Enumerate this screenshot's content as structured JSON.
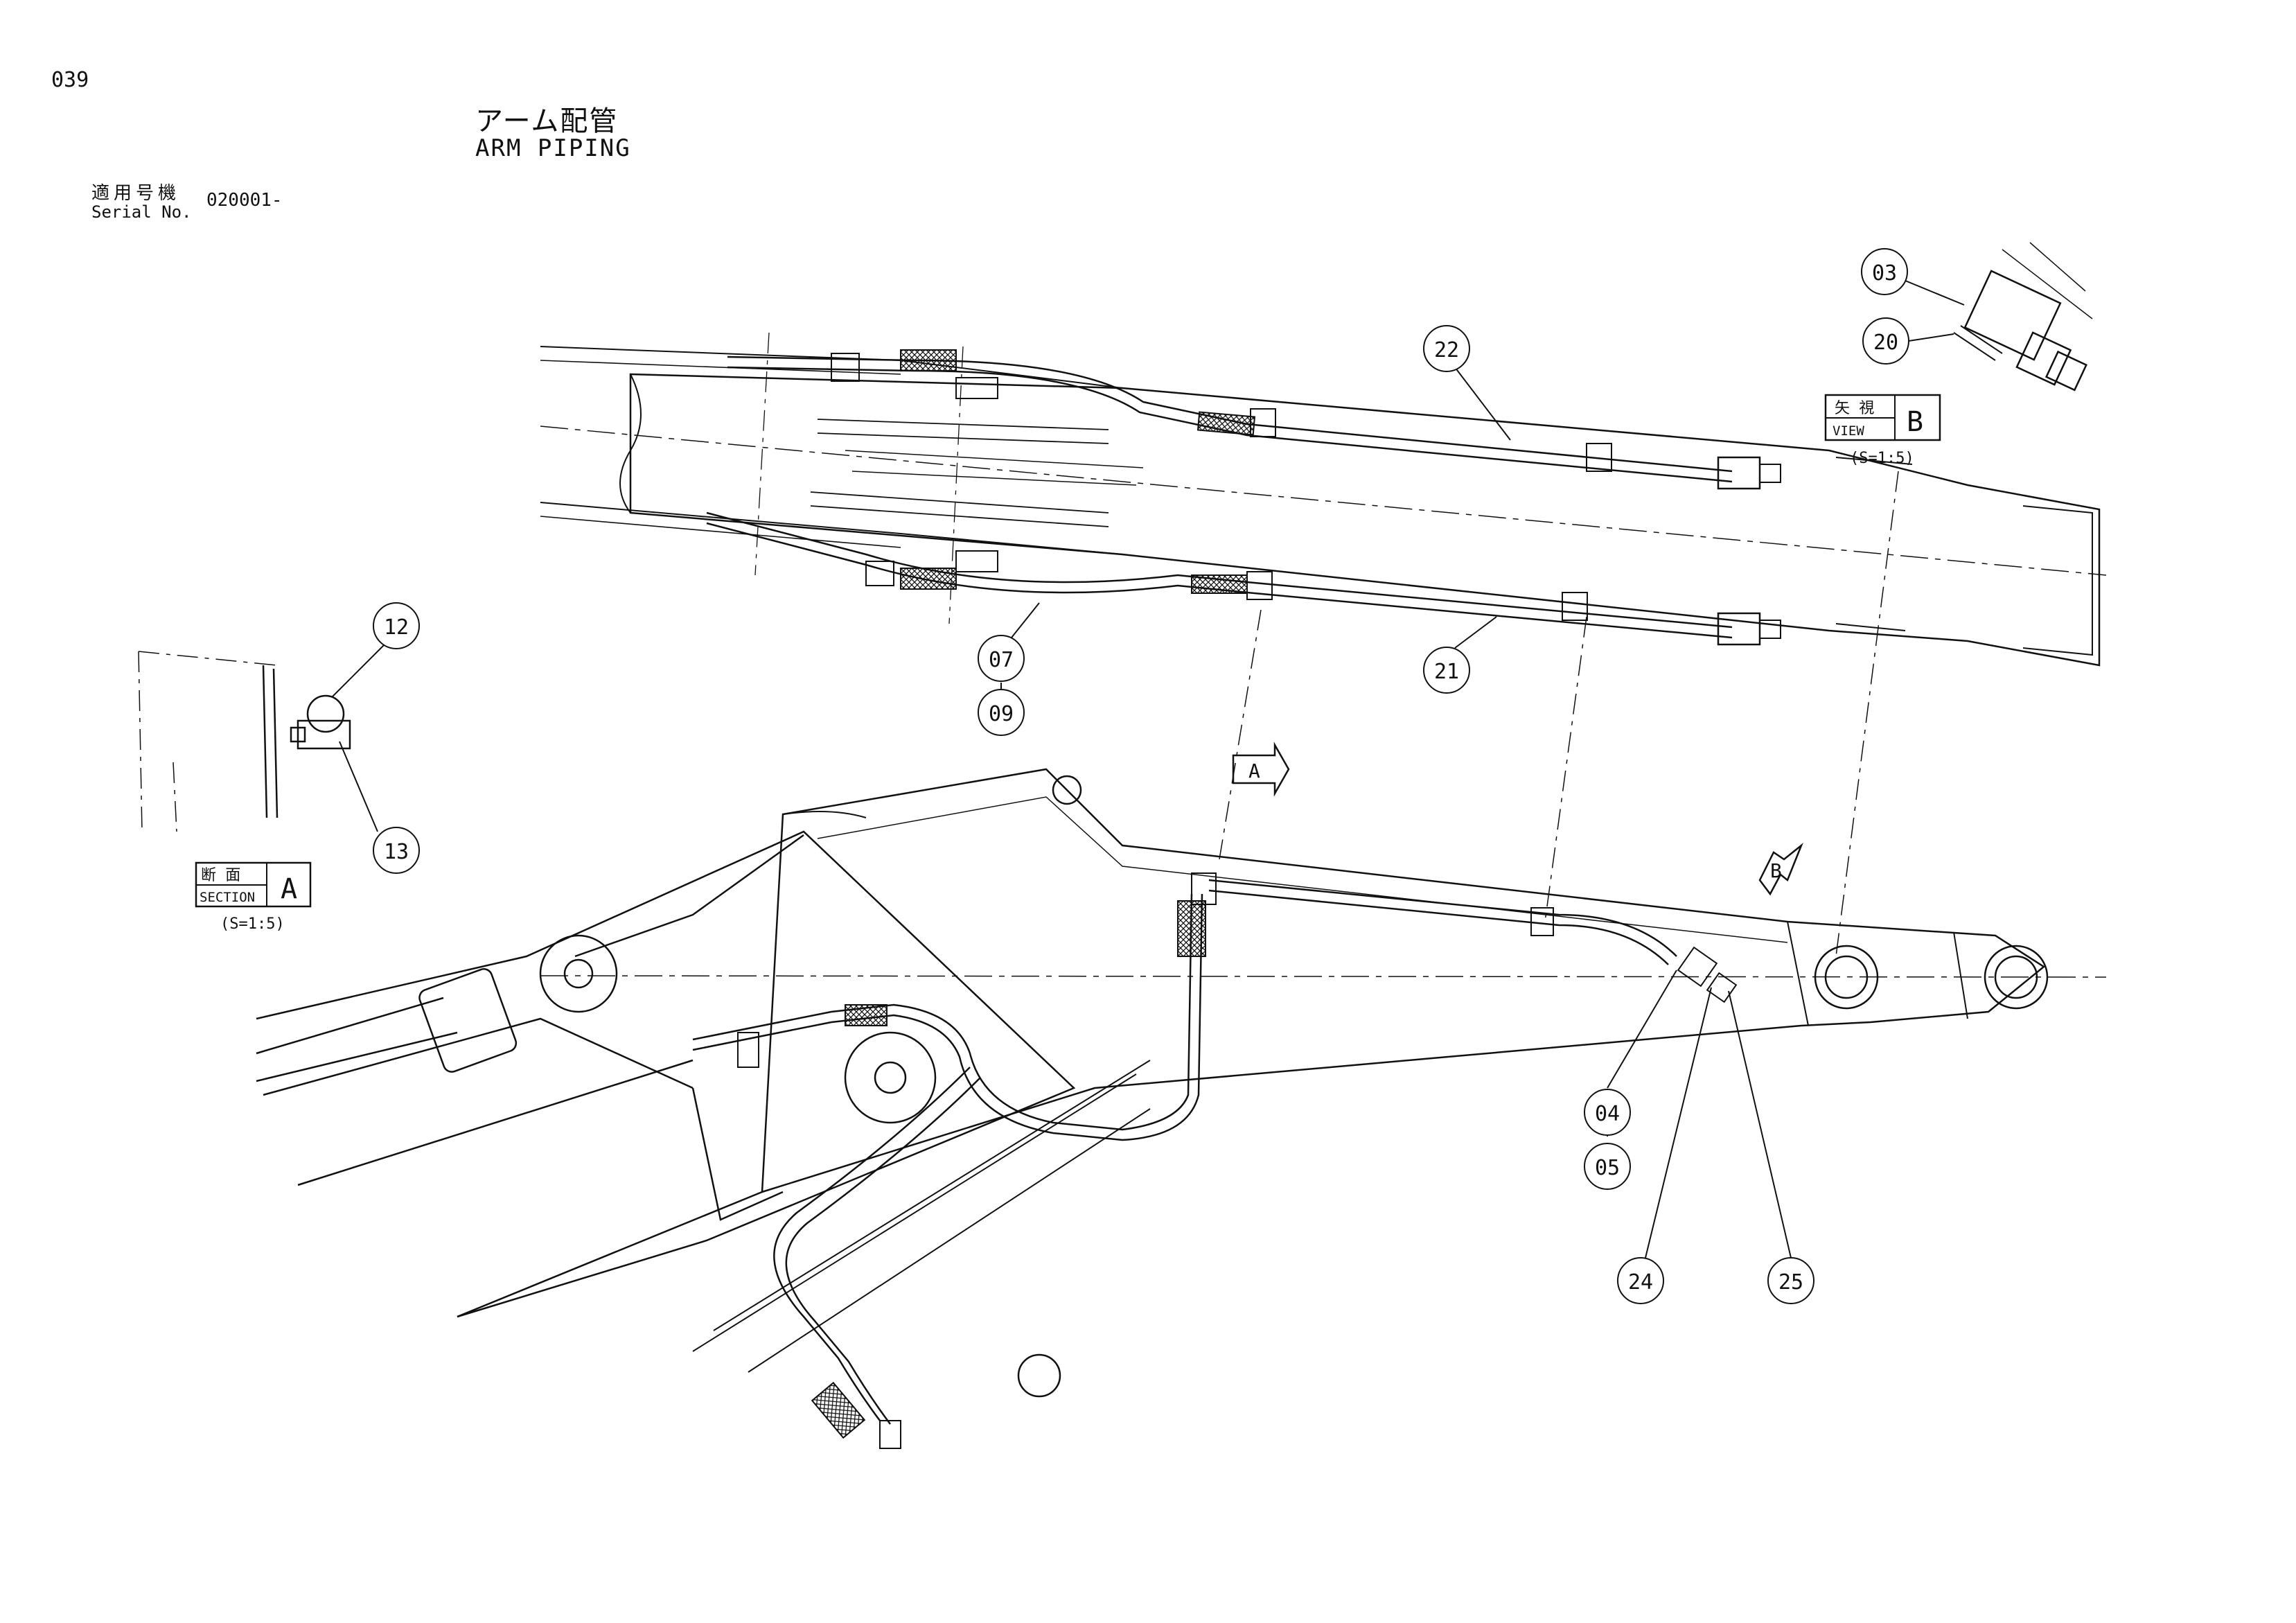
{
  "header": {
    "page_number": "039",
    "title_jp": "アーム配管",
    "title_en": "ARM PIPING",
    "serial_label_jp": "適用号機",
    "serial_label_en": "Serial No.",
    "serial_value": "020001-"
  },
  "section_a": {
    "label_jp": "断 面",
    "label_en": "SECTION",
    "letter": "A",
    "scale": "(S=1:5)"
  },
  "view_b": {
    "label_jp": "矢 視",
    "label_en": "VIEW",
    "letter": "B",
    "scale": "(S=1:5)"
  },
  "view_arrows": {
    "a": "A",
    "b": "B"
  },
  "callouts": {
    "c03": "03",
    "c20": "20",
    "c22": "22",
    "c21": "21",
    "c07": "07",
    "c09": "09",
    "c12": "12",
    "c13": "13",
    "c04": "04",
    "c05": "05",
    "c24": "24",
    "c25": "25"
  }
}
